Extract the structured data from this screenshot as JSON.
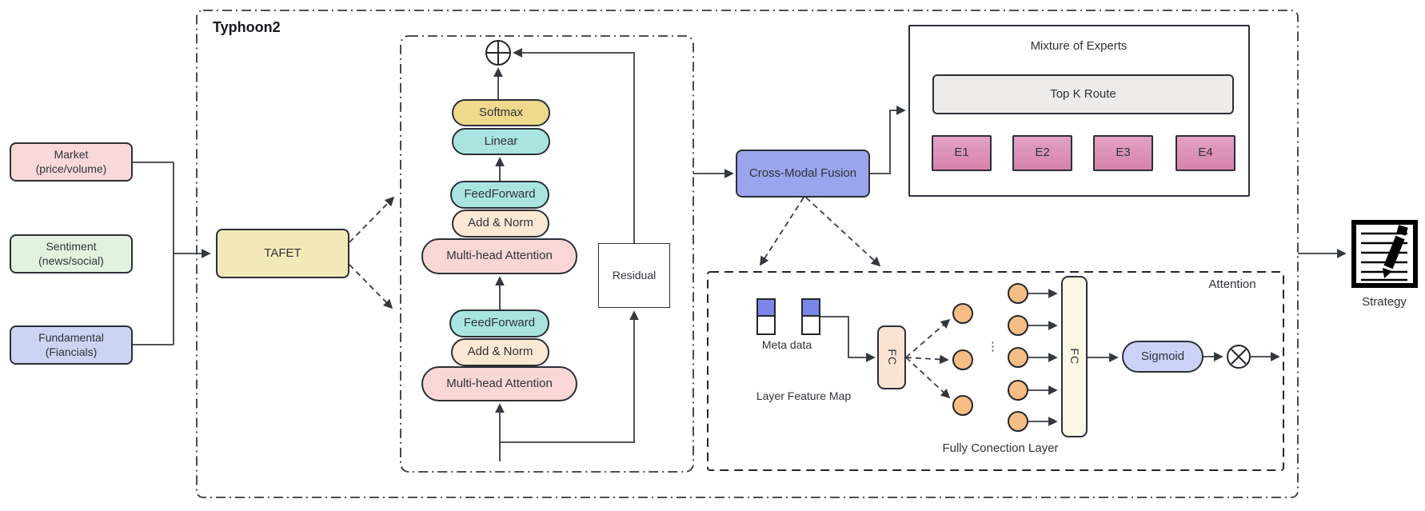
{
  "title": "Typhoon2",
  "inputs": [
    {
      "line1": "Market",
      "line2": "(price/volume)"
    },
    {
      "line1": "Sentiment",
      "line2": "(news/social)"
    },
    {
      "line1": "Fundamental",
      "line2": "(Fiancials)"
    }
  ],
  "tafet": {
    "label": "TAFET"
  },
  "transformer": {
    "pills": [
      "Softmax",
      "Linear",
      "FeedForward",
      "Add & Norm",
      "Multi-head Attention",
      "FeedForward",
      "Add & Norm",
      "Multi-head Attention"
    ],
    "residual": "Residual",
    "sum_symbol": "⊕"
  },
  "fusion": {
    "label": "Cross-Modal Fusion"
  },
  "moe": {
    "title": "Mixture of Experts",
    "route": "Top K Route",
    "experts": [
      "E1",
      "E2",
      "E3",
      "E4"
    ]
  },
  "attention": {
    "title": "Attention",
    "meta_label": "Meta data",
    "feature_map_label": "Layer Feature Map",
    "fc_left": "FC",
    "fc_right": "FC",
    "dots": "⋮",
    "sigmoid": "Sigmoid",
    "multiply_symbol": "⊗",
    "fully_label": "Fully Conection Layer"
  },
  "output": {
    "label": "Strategy"
  },
  "colors": {
    "market_fill": "#f9d8d9",
    "sentiment_fill": "#e3f2df",
    "fundamental_fill": "#cdd3f2",
    "tafet_fill": "#f3e8b8",
    "softmax_fill": "#eed98c",
    "linear_fill": "#a9e4e1",
    "feedforward_fill": "#a9e4e1",
    "addnorm_fill": "#fae8d5",
    "mha_fill": "#f8d7d6",
    "fusion_fill": "#9aa5ed",
    "route_fill": "#edeceb",
    "expert_gradient_top": "#e2a2c4",
    "expert_gradient_bottom": "#d783ab",
    "meta_blue": "#7b87e8",
    "fc_left_fill": "#fae3d2",
    "fc_right_fill": "#fcf8e5",
    "sigmoid_fill": "#ccd2f8",
    "neuron_fill": "#f6bd85",
    "line_color": "#3a3d44"
  }
}
